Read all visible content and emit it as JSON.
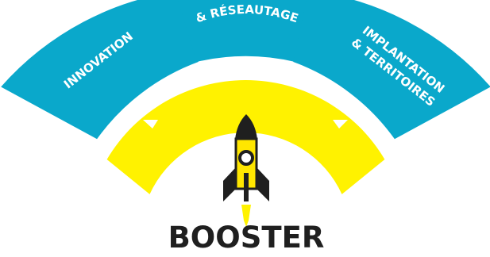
{
  "colors": {
    "segment": "#0aa8cb",
    "ring": "#fff200",
    "rocket_body": "#ffe600",
    "rocket_dark": "#1f1f1f",
    "text_light": "#ffffff",
    "title": "#1f1f1f"
  },
  "segments": [
    {
      "lines": [
        "INNOVATION"
      ]
    },
    {
      "lines": [
        "& RÉSEAUTAGE"
      ]
    },
    {
      "lines": [
        "IMPLANTATION",
        "& TERRITOIRES"
      ]
    }
  ],
  "center": {
    "icon": "rocket-icon",
    "title": "BOOSTER"
  }
}
